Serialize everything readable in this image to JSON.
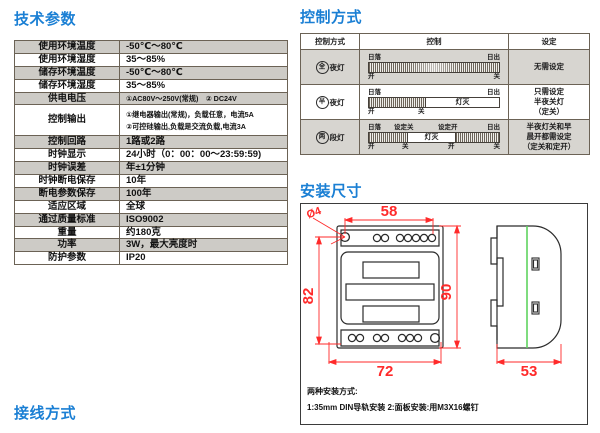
{
  "headings": {
    "tech": "技术参数",
    "control": "控制方式",
    "install": "安装尺寸",
    "wiring": "接线方式"
  },
  "spec_table": {
    "rows": [
      {
        "key": "使用环境温度",
        "value": "-50℃～80℃"
      },
      {
        "key": "使用环境湿度",
        "value": "35～85%"
      },
      {
        "key": "储存环境温度",
        "value": "-50℃～80℃"
      },
      {
        "key": "储存环境湿度",
        "value": "35～85%"
      },
      {
        "key": "供电电压",
        "value": "①AC80V～250V(常规)　② DC24V"
      },
      {
        "key": "控制输出",
        "value": "①继电器输出(常规)，负载任意，电流5A",
        "value2": "②可控硅输出,负载是交流负载,电流3A"
      },
      {
        "key": "控制回路",
        "value": "1路或2路"
      },
      {
        "key": "时钟显示",
        "value": "24小时（0：00：00～23:59:59)"
      },
      {
        "key": "时钟误差",
        "value": "年±1分钟"
      },
      {
        "key": "时钟断电保存",
        "value": "10年"
      },
      {
        "key": "断电参数保存",
        "value": "100年"
      },
      {
        "key": "适应区域",
        "value": "全球"
      },
      {
        "key": "通过质量标准",
        "value": "ISO9002"
      },
      {
        "key": "重量",
        "value": "约180克"
      },
      {
        "key": "功率",
        "value": "3W，最大亮度时"
      },
      {
        "key": "防护参数",
        "value": "IP20"
      }
    ]
  },
  "control_table": {
    "headers": {
      "mode": "控制方式",
      "control": "控制",
      "setting": "设定"
    },
    "rows": [
      {
        "badge": "全",
        "mode": "夜灯",
        "top_left": "日落",
        "top_right": "日出",
        "bottom_left": "开",
        "bottom_right": "关",
        "setting": [
          "无需设定"
        ]
      },
      {
        "badge": "半",
        "mode": "夜灯",
        "top_left": "日落",
        "top_right": "日出",
        "bottom_left": "开",
        "bottom_mid": "关",
        "off_label": "灯灭",
        "setting": [
          "只需设定",
          "半夜关灯",
          "（定关）"
        ]
      },
      {
        "badge": "两",
        "mode": "段灯",
        "t1": "日落",
        "t2": "设定关",
        "t3": "设定开",
        "t4": "日出",
        "b1": "开",
        "b2": "关",
        "b3": "开",
        "b4": "关",
        "off_label": "灯灭",
        "setting": [
          "半夜灯关和早",
          "晨开都需设定",
          "（定关和定开）"
        ]
      }
    ]
  },
  "dimensions": {
    "hole": "Ø4",
    "top_width": "58",
    "left_height": "82",
    "right_height": "90",
    "bottom_width": "72",
    "side_width": "53",
    "caption_line1": "两种安装方式:",
    "caption_line2": "1:35mm DIN导轨安装 2:面板安装:用M3X16螺钉"
  },
  "colors": {
    "heading_blue": "#1a7fd4",
    "dim_red": "#ff2a2a",
    "line_dark": "#2b2b2b",
    "accent_green": "#5fd35f",
    "table_border": "#6b6255",
    "shade": "#cdcbc6"
  }
}
